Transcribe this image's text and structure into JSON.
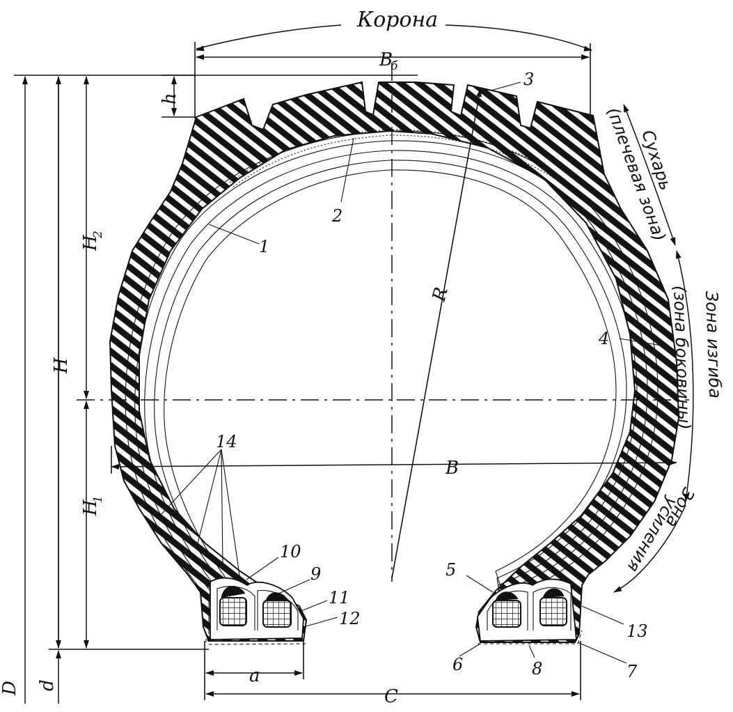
{
  "labels": {
    "crown": "Корона",
    "width_b": "B",
    "width_b_sub": "б",
    "tread_h": "h",
    "H2": "H",
    "H2_sub": "2",
    "H": "H",
    "H1": "H",
    "H1_sub": "1",
    "D": "D",
    "d": "d",
    "R": "R",
    "B": "B",
    "a": "a",
    "C": "C"
  },
  "part_numbers": [
    "1",
    "2",
    "3",
    "4",
    "5",
    "6",
    "7",
    "8",
    "9",
    "10",
    "11",
    "12",
    "13",
    "14"
  ],
  "zones": {
    "sukhar": "Сухарь",
    "shoulder": "(плечевая зона)",
    "bend": "Зона изгиба",
    "sidewall": "(зона боковины)",
    "reinforce_1": "Зона",
    "reinforce_2": "усиления"
  }
}
